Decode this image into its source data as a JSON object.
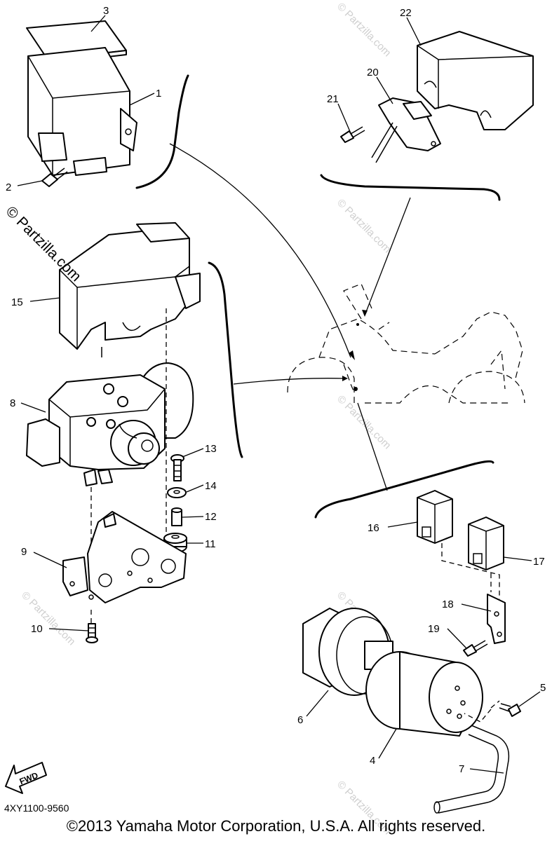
{
  "callouts": {
    "n1": "1",
    "n2": "2",
    "n3": "3",
    "n4": "4",
    "n5": "5",
    "n6": "6",
    "n7": "7",
    "n8": "8",
    "n9": "9",
    "n10": "10",
    "n11": "11",
    "n12": "12",
    "n13": "13",
    "n14": "14",
    "n15": "15",
    "n16": "16",
    "n17": "17",
    "n18": "18",
    "n19": "19",
    "n20": "20",
    "n21": "21",
    "n22": "22"
  },
  "fwd_label": "FWD",
  "diagram_code": "4XY1100-9560",
  "watermark": "© Partzilla.com",
  "copyright": "©2013 Yamaha Motor Corporation, U.S.A. All rights reserved."
}
